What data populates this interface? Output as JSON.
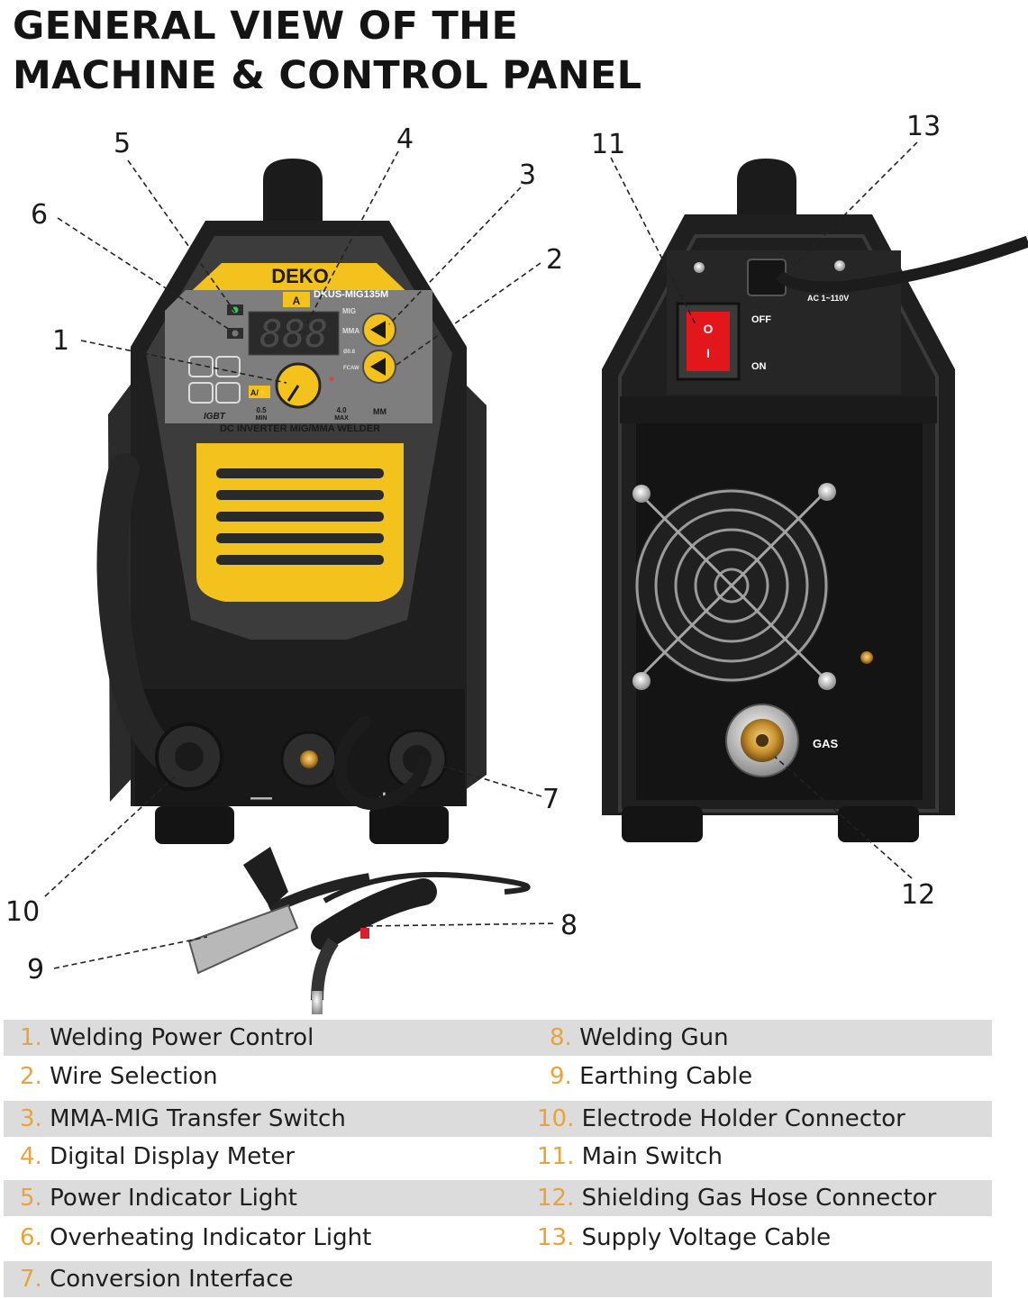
{
  "title": {
    "line1": "GENERAL VIEW OF THE",
    "line2": "MACHINE & CONTROL PANEL"
  },
  "colors": {
    "accent_yellow": "#f3c21c",
    "legend_number": "#e8a33a",
    "machine_body": "#1f1f1f",
    "switch_red": "#e3161b",
    "legend_shade": "#dcdcdc"
  },
  "front_panel": {
    "brand": "DEKO",
    "model": "DKUS-MIG135M",
    "mode_badge": "A",
    "display_value": "888",
    "indicator_mig": "MIG",
    "indicator_mma": "MMA",
    "wire_top": "Ø0.8",
    "wire_bottom": "FCAW",
    "knob_label": "A/⚡",
    "min_value": "0.5",
    "min_label": "MIN",
    "max_value": "4.0",
    "max_label": "MAX",
    "mm_unit": "MM",
    "igbt": "IGBT",
    "product_name": "DC INVERTER MIG/MMA WELDER",
    "minus_symbol": "—",
    "plus_symbol": "+"
  },
  "back_panel": {
    "switch_off": "OFF",
    "switch_on": "ON",
    "voltage": "AC 1~110V",
    "gas": "GAS",
    "switch_symbol_top": "O",
    "switch_symbol_bottom": "I"
  },
  "callouts": [
    "1",
    "2",
    "3",
    "4",
    "5",
    "6",
    "7",
    "8",
    "9",
    "10",
    "11",
    "12",
    "13"
  ],
  "legend": [
    {
      "num": "1.",
      "label": "Welding Power Control"
    },
    {
      "num": "2.",
      "label": "Wire Selection"
    },
    {
      "num": "3.",
      "label": "MMA-MIG Transfer Switch"
    },
    {
      "num": "4.",
      "label": "Digital Display Meter"
    },
    {
      "num": "5.",
      "label": "Power Indicator Light"
    },
    {
      "num": "6.",
      "label": "Overheating Indicator Light"
    },
    {
      "num": "7.",
      "label": "Conversion Interface"
    },
    {
      "num": "8.",
      "label": "Welding Gun"
    },
    {
      "num": "9.",
      "label": "Earthing Cable"
    },
    {
      "num": "10.",
      "label": "Electrode Holder Connector"
    },
    {
      "num": "11.",
      "label": "Main Switch"
    },
    {
      "num": "12.",
      "label": "Shielding Gas Hose Connector"
    },
    {
      "num": "13.",
      "label": "Supply Voltage Cable"
    }
  ]
}
